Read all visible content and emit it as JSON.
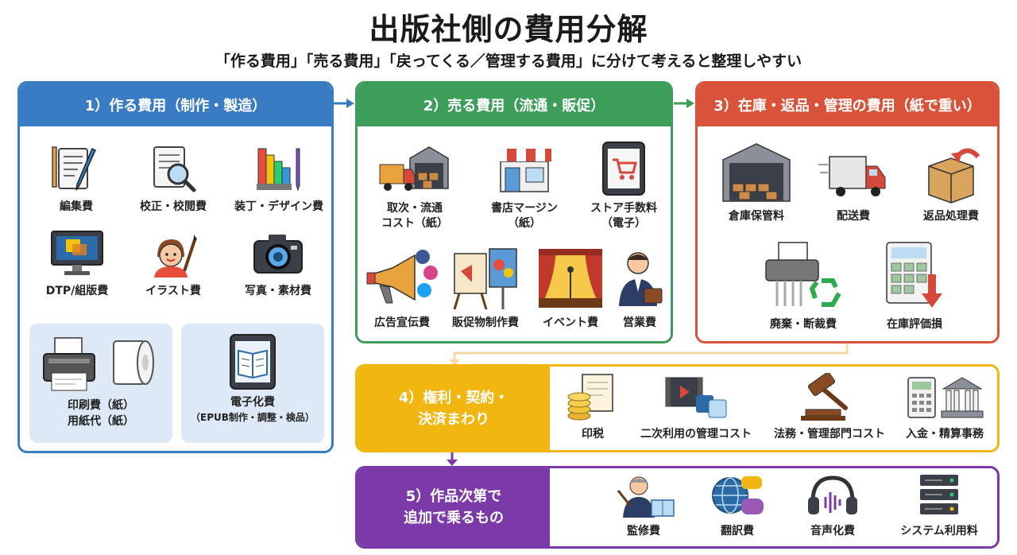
{
  "title": "出版社側の費用分解",
  "subtitle": "「作る費用」「売る費用」「戻ってくる／管理する費用」に分けて考えると整理しやすい",
  "colors": {
    "make": "#3a7cc3",
    "sell": "#3d9e5a",
    "stock": "#d9533a",
    "rights": "#f1b60f",
    "extra": "#7b3aa8"
  },
  "panels": {
    "make": {
      "header": "1）作る費用（制作・製造）",
      "items": [
        {
          "label": "編集費",
          "icon": "editing-pen-icon"
        },
        {
          "label": "校正・校閲費",
          "icon": "proofread-magnifier-icon"
        },
        {
          "label": "装丁・デザイン費",
          "icon": "color-swatch-icon"
        },
        {
          "label": "DTP/組版費",
          "icon": "monitor-icon"
        },
        {
          "label": "イラスト費",
          "icon": "illustrator-icon"
        },
        {
          "label": "写真・素材費",
          "icon": "camera-icon"
        }
      ],
      "print_box": {
        "line1": "印刷費（紙）",
        "line2": "用紙代（紙）"
      },
      "ebook_box": {
        "line1": "電子化費",
        "line2": "（EPUB制作・調整・検品）"
      }
    },
    "sell": {
      "header": "2）売る費用（流通・販促）",
      "items": [
        {
          "label1": "取次・流通",
          "label2": "コスト（紙）",
          "icon": "distribution-truck-icon"
        },
        {
          "label1": "書店マージン",
          "label2": "（紙）",
          "icon": "bookstore-icon"
        },
        {
          "label1": "ストア手数料",
          "label2": "（電子）",
          "icon": "store-tablet-icon"
        },
        {
          "label1": "広告宣伝費",
          "label2": "",
          "icon": "megaphone-icon"
        },
        {
          "label1": "販促物制作費",
          "label2": "",
          "icon": "poster-icon"
        },
        {
          "label1": "イベント費",
          "label2": "",
          "icon": "stage-icon"
        },
        {
          "label1": "営業費",
          "label2": "",
          "icon": "salesperson-icon"
        }
      ]
    },
    "stock": {
      "header": "3）在庫・返品・管理の費用（紙で重い）",
      "items": [
        {
          "label": "倉庫保管料",
          "icon": "warehouse-icon"
        },
        {
          "label": "配送費",
          "icon": "delivery-truck-icon"
        },
        {
          "label": "返品処理費",
          "icon": "return-box-icon"
        },
        {
          "label": "廃棄・断裁費",
          "icon": "shredder-icon"
        },
        {
          "label": "在庫評価損",
          "icon": "loss-calculator-icon"
        }
      ]
    },
    "rights": {
      "header1": "4）権利・契約・",
      "header2": "決済まわり",
      "items": [
        {
          "label": "印税",
          "icon": "royalty-coins-icon"
        },
        {
          "label": "二次利用の管理コスト",
          "icon": "media-translate-icon"
        },
        {
          "label": "法務・管理部門コスト",
          "icon": "gavel-icon"
        },
        {
          "label": "入金・精算事務",
          "icon": "bank-calculator-icon"
        }
      ]
    },
    "extra": {
      "header1": "5）作品次第で",
      "header2": "追加で乗るもの",
      "items": [
        {
          "label": "監修費",
          "icon": "supervisor-icon"
        },
        {
          "label": "翻訳費",
          "icon": "globe-translate-icon"
        },
        {
          "label": "音声化費",
          "icon": "headphones-icon"
        },
        {
          "label": "システム利用料",
          "icon": "server-icon"
        }
      ]
    }
  }
}
